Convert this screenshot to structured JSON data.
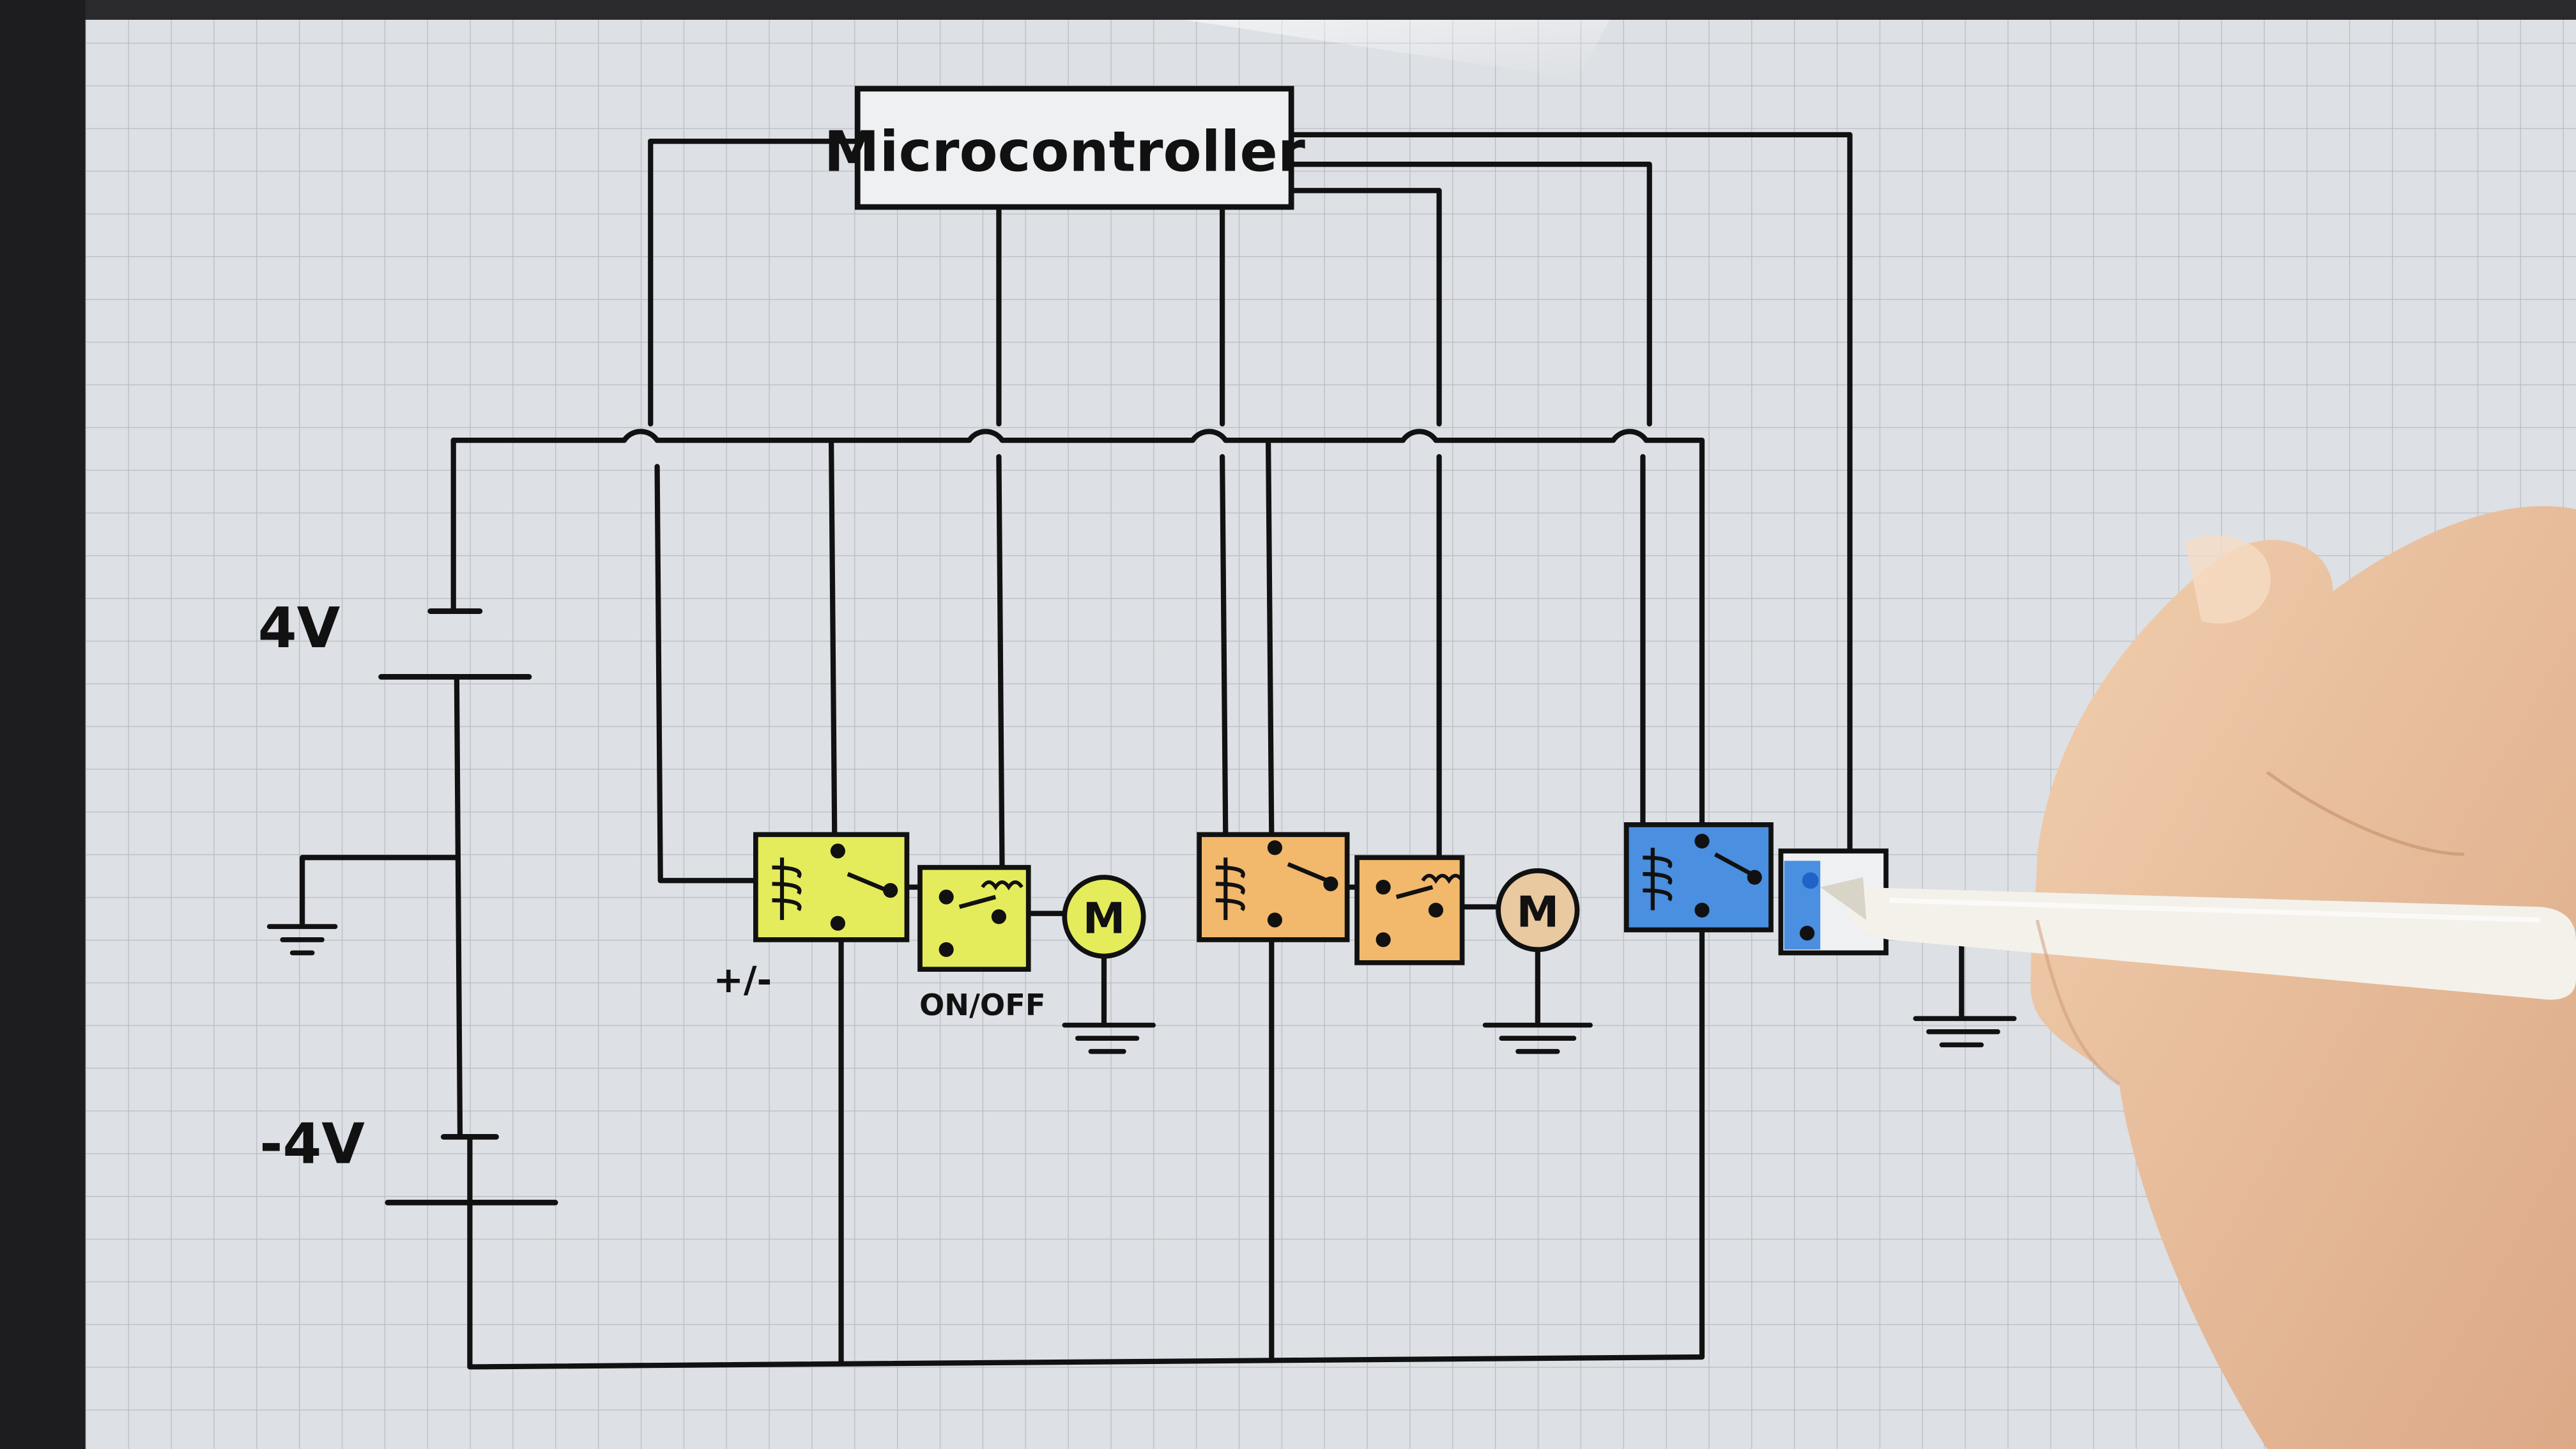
{
  "diagram": {
    "controller_label": "Microcontroller",
    "battery_top_label": "4V",
    "battery_bottom_label": "-4V",
    "polarity_relay_label": "+/-",
    "onoff_relay_label": "ON/OFF",
    "motor_label": "M",
    "relay_colors": {
      "yellow": "#e4ec5c",
      "orange": "#f2b86c",
      "blue": "#4a8fe0"
    },
    "motor_fill": "#e8c9a0",
    "grid_background": "#dcdfe3"
  }
}
